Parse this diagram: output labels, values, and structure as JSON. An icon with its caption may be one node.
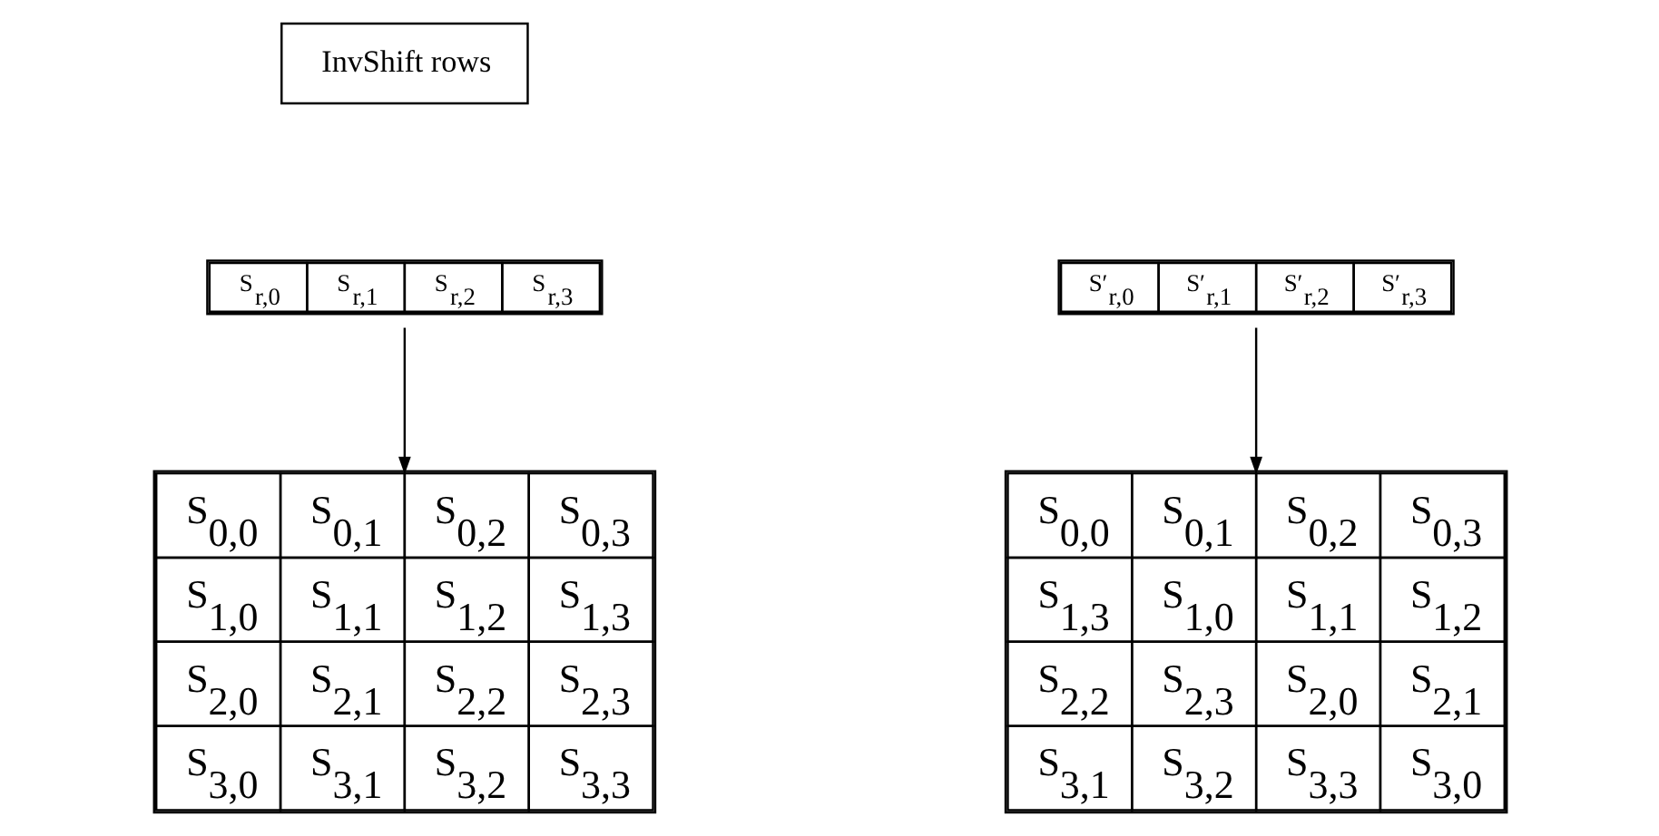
{
  "diagram": {
    "nodes": [
      {
        "text": [
          "InvShift rows"
        ]
      },
      {
        "text": [
          "S$_{r,0}$",
          "S$_{r,1}$",
          "S$_{r,2}$",
          "S$_{r,3}$"
        ]
      },
      {
        "text": [
          "S$_{0,0}$",
          "S$_{0,1}$",
          "S$_{0,2}$",
          "S$_{0,3}$",
          "S$_{1,0}$",
          "S$_{1,1}$",
          "S$_{1,2}$",
          "S$_{1,3}$",
          "S$_{2,0}$",
          "S$_{2,1}$",
          "S$_{2,2}$",
          "S$_{2,3}$",
          "S$_{3,0}$",
          "S$_{3,1}$",
          "S$_{3,2}$",
          "S$_{3,3}$"
        ]
      },
      {
        "text": [
          "S′$_{r,0}$",
          "S′$_{r,1}$",
          "S′$_{r,2}$",
          "S′$_{r,3}$"
        ]
      },
      {
        "text": [
          "S$_{0,0}$",
          "S$_{0,1}$",
          "S$_{0,2}$",
          "S$_{0,3}$",
          "S$_{1,3}$",
          "S$_{1,0}$",
          "S$_{1,1}$",
          "S$_{1,2}$",
          "S$_{2,2}$",
          "S$_{2,3}$",
          "S$_{2,0}$",
          "S$_{2,1}$",
          "S$_{3,1}$",
          "S$_{3,2}$",
          "S$_{3,3}$",
          "S$_{3,0}$"
        ]
      }
    ],
    "edges": [
      {
        "from": 1,
        "to": 2,
        "arrow": "to"
      },
      {
        "from": 3,
        "to": 4,
        "arrow": "to"
      }
    ]
  }
}
